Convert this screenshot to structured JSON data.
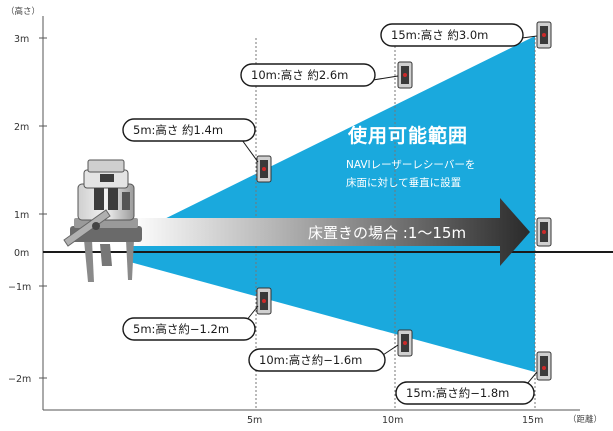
{
  "diagram": {
    "y_unit_label": "（高さ）",
    "x_unit_label": "（距離）",
    "y_ticks": [
      "3m",
      "2m",
      "1m",
      "0m",
      "−1m",
      "−2m"
    ],
    "x_ticks": [
      "5m",
      "10m",
      "15m"
    ],
    "range_title": "使用可能範囲",
    "range_desc_line1": "NAVIレーザーレシーバーを",
    "range_desc_line2": "床面に対して垂直に設置",
    "arrow_label": "床置きの場合 :1〜15m",
    "callouts": {
      "up_5m": "5m:高さ 約1.4m",
      "up_10m": "10m:高さ 約2.6m",
      "up_15m": "15m:高さ 約3.0m",
      "down_5m": "5m:高さ約−1.2m",
      "down_10m": "10m:高さ約−1.6m",
      "down_15m": "15m:高さ約−1.8m"
    },
    "colors": {
      "range_fill": "#1aa9dd",
      "arrow_dark": "#2e2e2e",
      "receiver_body": "#3a3a3a",
      "receiver_window": "#cc2a2a"
    }
  }
}
